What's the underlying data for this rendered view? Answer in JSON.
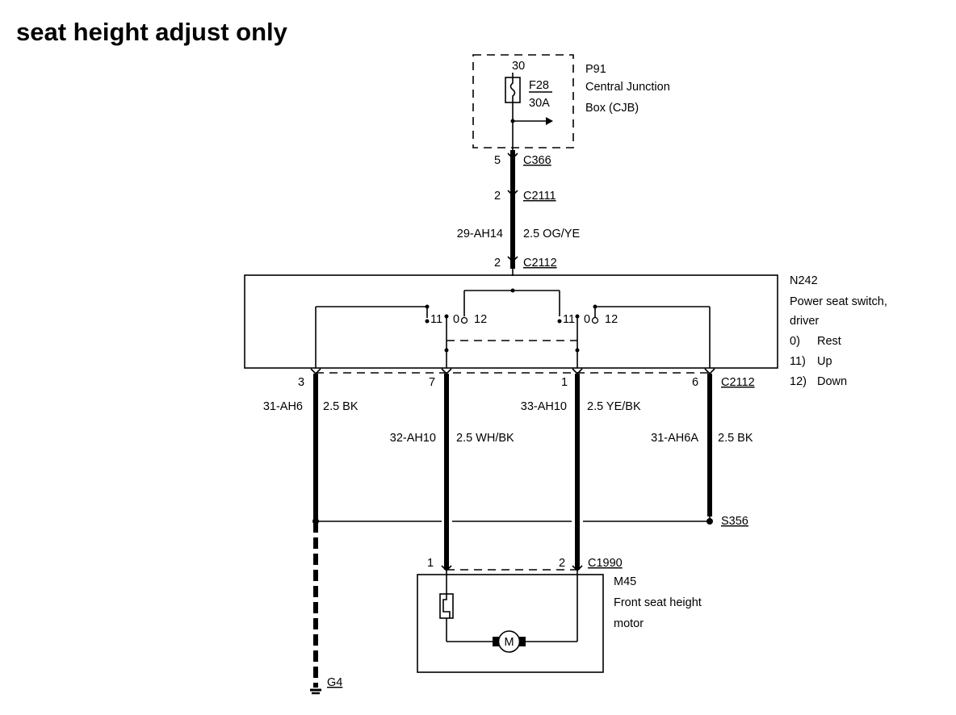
{
  "title": "seat height adjust only",
  "components": {
    "cjb": {
      "id": "P91",
      "name_line1": "Central Junction",
      "name_line2": "Box (CJB)",
      "fuse_id": "F28",
      "fuse_rating": "30A",
      "pin_top": "30"
    },
    "switch": {
      "id": "N242",
      "name_line1": "Power seat switch,",
      "name_line2": "driver",
      "positions": [
        {
          "num": "0)",
          "label": "Rest"
        },
        {
          "num": "11)",
          "label": "Up"
        },
        {
          "num": "12)",
          "label": "Down"
        }
      ],
      "contact_labels": {
        "up": "11",
        "rest": "0",
        "down": "12"
      }
    },
    "motor": {
      "id": "M45",
      "name_line1": "Front seat height",
      "name_line2": "motor",
      "symbol": "M"
    }
  },
  "connectors": {
    "c366": {
      "name": "C366",
      "pin": "5"
    },
    "c2111": {
      "name": "C2111",
      "pin": "2"
    },
    "c2112_top": {
      "name": "C2112",
      "pin": "2"
    },
    "c2112_bottom": {
      "name": "C2112",
      "pins": [
        "3",
        "7",
        "1",
        "6"
      ]
    },
    "c1990": {
      "name": "C1990",
      "pins": [
        "1",
        "2"
      ]
    }
  },
  "wires": {
    "feed": {
      "circuit": "29-AH14",
      "spec": "2.5 OG/YE"
    },
    "w1": {
      "circuit": "31-AH6",
      "spec": "2.5 BK"
    },
    "w2": {
      "circuit": "32-AH10",
      "spec": "2.5 WH/BK"
    },
    "w3": {
      "circuit": "33-AH10",
      "spec": "2.5 YE/BK"
    },
    "w4": {
      "circuit": "31-AH6A",
      "spec": "2.5 BK"
    }
  },
  "splice": {
    "name": "S356"
  },
  "ground": {
    "name": "G4"
  }
}
